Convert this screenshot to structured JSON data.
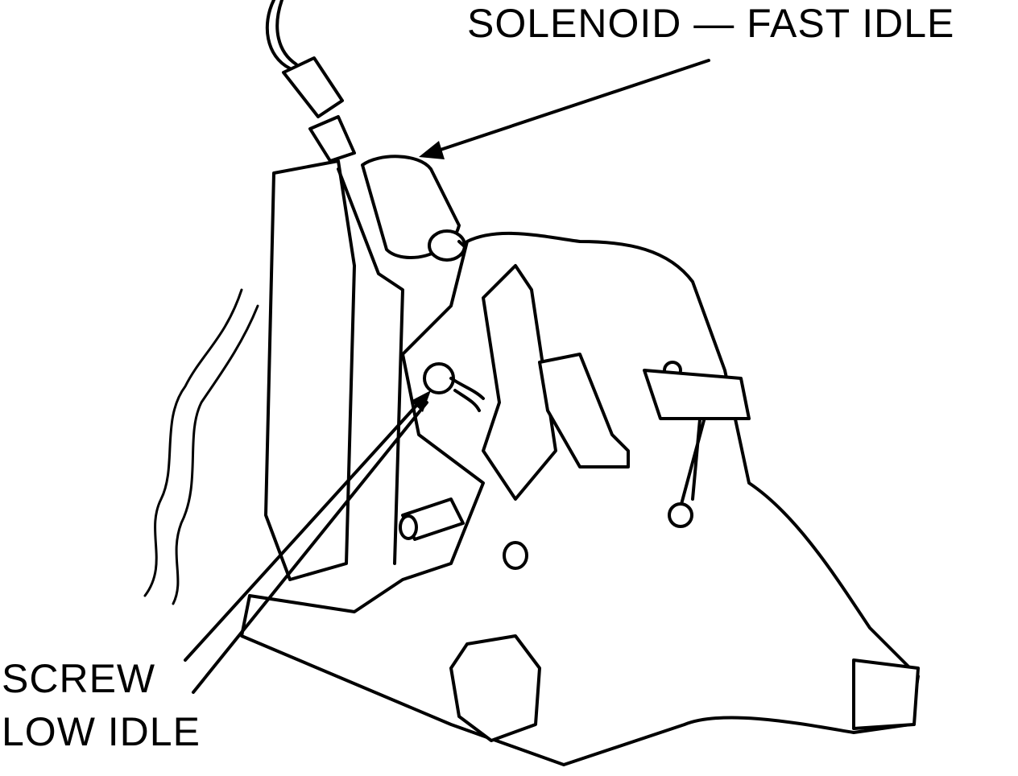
{
  "labels": {
    "solenoid": "SOLENOID — FAST IDLE",
    "screw": "SCREW",
    "low_idle": "LOW IDLE"
  },
  "colors": {
    "ink": "#000000",
    "paper": "#ffffff"
  }
}
